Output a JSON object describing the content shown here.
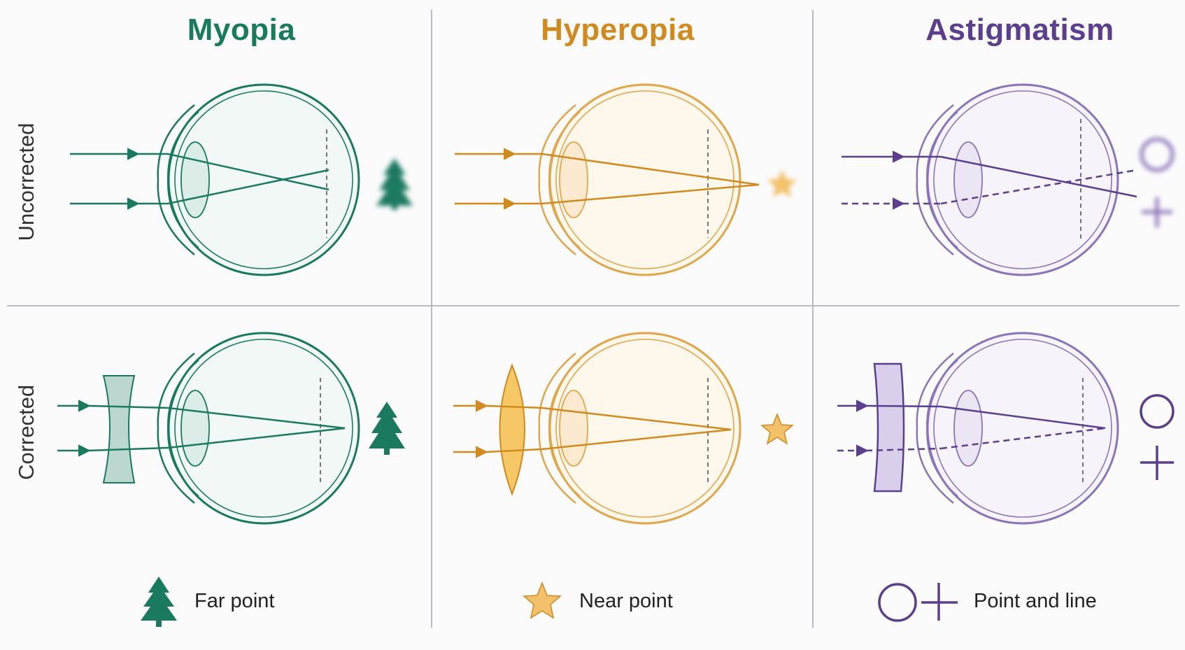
{
  "columns": [
    {
      "title": "Myopia",
      "color": "#1a7a60"
    },
    {
      "title": "Hyperopia",
      "color": "#d08a1e"
    },
    {
      "title": "Astigmatism",
      "color": "#5b3e8e"
    }
  ],
  "rows": {
    "top": "Uncorrected",
    "bottom": "Corrected"
  },
  "legend": {
    "myopia": {
      "label": "Far point",
      "icon": "tree-icon"
    },
    "hyperopia": {
      "label": "Near point",
      "icon": "star-icon"
    },
    "astigmatism": {
      "label": "Point and line",
      "icon": "circle-and-line-icon"
    }
  }
}
